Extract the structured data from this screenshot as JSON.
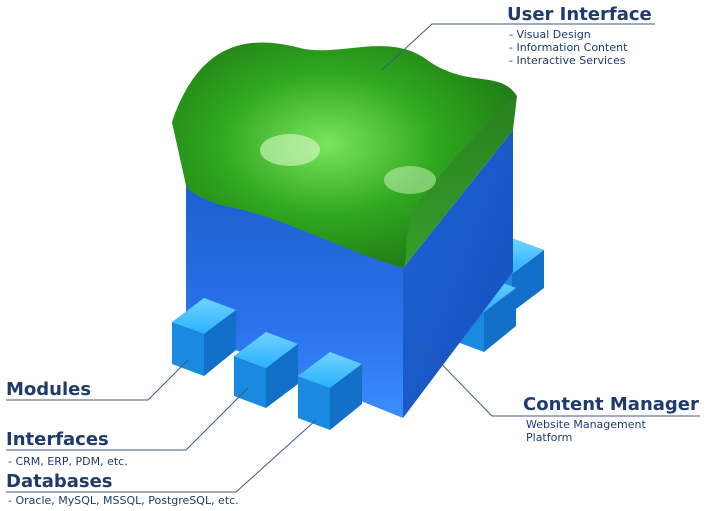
{
  "labels": {
    "user_interface": {
      "title": "User Interface",
      "items": [
        "Visual Design",
        "Information Content",
        "Interactive Services"
      ]
    },
    "content_manager": {
      "title": "Content Manager",
      "description_lines": [
        "Website Management",
        "Platform"
      ]
    },
    "modules": {
      "title": "Modules"
    },
    "interfaces": {
      "title": "Interfaces",
      "items": [
        "CRM, ERP, PDM, etc."
      ]
    },
    "databases": {
      "title": "Databases",
      "items": [
        "Oracle, MySQL, MSSQL, PostgreSQL, etc."
      ]
    }
  },
  "colors": {
    "label_text": "#1f3b6e",
    "leader_line": "#3d5a86",
    "cube_blue": "#2a6fe0",
    "cube_blue_dark": "#1650b8",
    "ui_green": "#2f9e22",
    "ui_green_dark": "#1e6e14",
    "block_cyan": "#1aa0f0"
  }
}
